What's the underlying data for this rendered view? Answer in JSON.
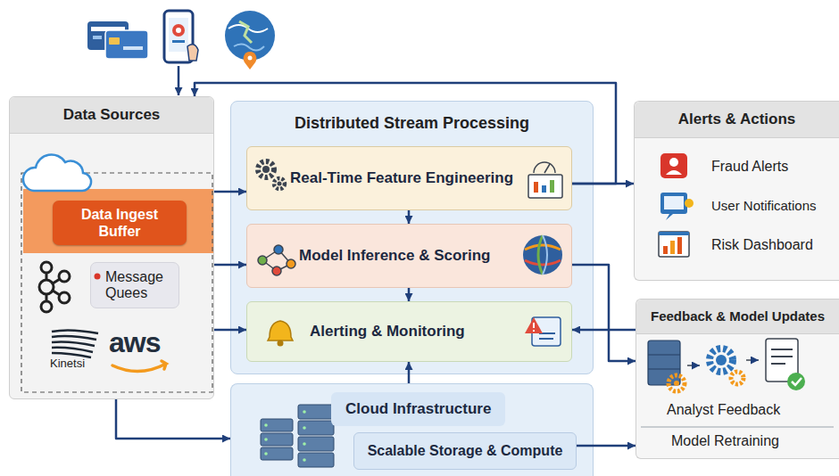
{
  "diagram": {
    "nodes": [
      {
        "text": [
          "Data Sources"
        ]
      },
      {
        "text": [
          "Data Ingest Buffer"
        ],
        "in": 0
      },
      {
        "text": [
          "Message Quees"
        ],
        "in": 0
      },
      {
        "text": [
          "Distributed Stream Processing"
        ]
      },
      {
        "text": [
          "Real-Time Feature Engineering"
        ],
        "in": 3
      },
      {
        "text": [
          "Model Inference & Scoring"
        ],
        "in": 3
      },
      {
        "text": [
          "Alerting & Monitoring"
        ],
        "in": 3
      },
      {
        "text": [
          "Cloud Infrastructure"
        ]
      },
      {
        "text": [
          "Scalable Storage & Compute"
        ],
        "in": 7
      },
      {
        "text": [
          "Alerts & Actions"
        ]
      },
      {
        "text": [
          "Feedback & Model Updates"
        ]
      }
    ],
    "edges": [
      {
        "from": 0,
        "to": 4,
        "arrow": "to"
      },
      {
        "from": 0,
        "to": 5,
        "arrow": "to"
      },
      {
        "from": 0,
        "to": 6,
        "arrow": "to"
      },
      {
        "from": 4,
        "to": 5,
        "arrow": "to"
      },
      {
        "from": 5,
        "to": 6,
        "arrow": "to"
      },
      {
        "from": 7,
        "to": 6,
        "arrow": "to"
      },
      {
        "from": 4,
        "to": 9,
        "arrow": "to"
      },
      {
        "from": 4,
        "to": 0,
        "arrow": "to"
      },
      {
        "from": 5,
        "to": 10,
        "arrow": "to"
      },
      {
        "from": 10,
        "to": 6,
        "arrow": "to"
      },
      {
        "from": 0,
        "to": 7,
        "arrow": "to"
      },
      {
        "from": 8,
        "to": 10,
        "arrow": "to"
      }
    ],
    "labels": [
      "Kinetsi",
      "aws",
      "Fraud Alerts",
      "User Notifications",
      "Risk Dashboard",
      "Analyst Feedback",
      "Model Retraining"
    ]
  }
}
